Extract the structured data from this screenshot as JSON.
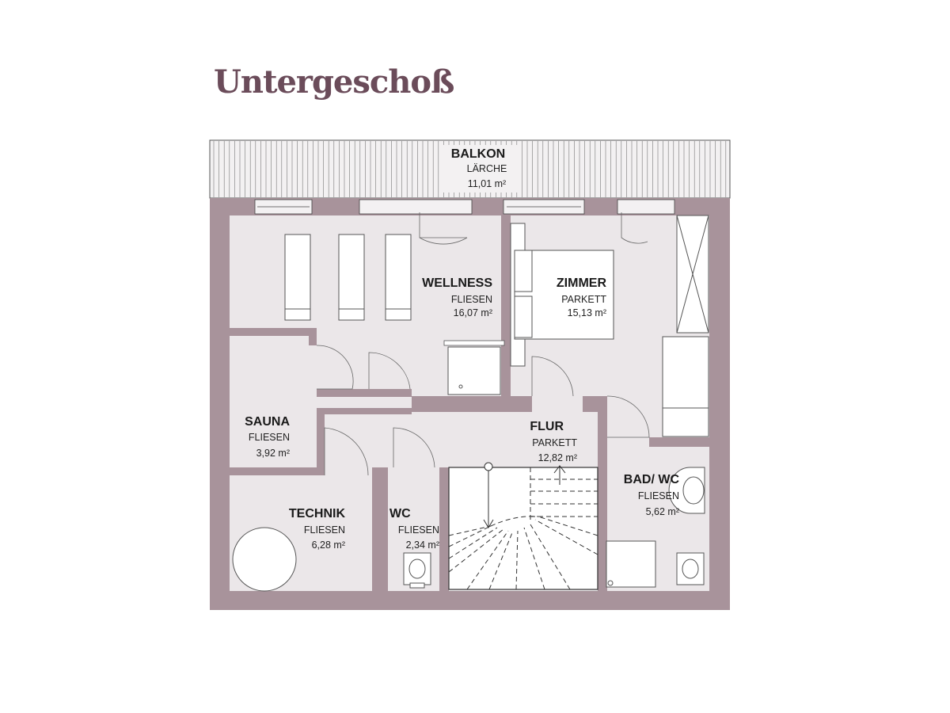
{
  "title": "Untergeschoß",
  "colors": {
    "title": "#6b4c5a",
    "wall": "#a8939b",
    "floor": "#ebe7e9",
    "balcony": "#f3f1f2"
  },
  "rooms": {
    "balkon": {
      "name": "BALKON",
      "material": "LÄRCHE",
      "area": "11,01 m²"
    },
    "wellness": {
      "name": "WELLNESS",
      "material": "FLIESEN",
      "area": "16,07 m²"
    },
    "zimmer": {
      "name": "ZIMMER",
      "material": "PARKETT",
      "area": "15,13 m²"
    },
    "sauna": {
      "name": "SAUNA",
      "material": "FLIESEN",
      "area": "3,92 m²"
    },
    "flur": {
      "name": "FLUR",
      "material": "PARKETT",
      "area": "12,82 m²"
    },
    "technik": {
      "name": "TECHNIK",
      "material": "FLIESEN",
      "area": "6,28 m²"
    },
    "wc": {
      "name": "WC",
      "material": "FLIESEN",
      "area": "2,34 m²"
    },
    "badwc": {
      "name": "BAD/ WC",
      "material": "FLIESEN",
      "area": "5,62 m²"
    }
  }
}
